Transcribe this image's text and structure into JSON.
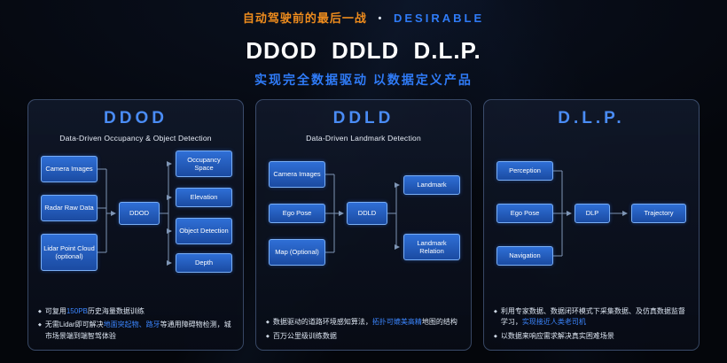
{
  "header": {
    "tagline_zh": "自动驾驶前的最后一战",
    "tagline_sep": "•",
    "tagline_en": "DESIRABLE",
    "title": "DDOD DDLD D.L.P.",
    "subtitle": "实现完全数据驱动 以数据定义产品"
  },
  "colors": {
    "accent_blue": "#2f7bf7",
    "accent_orange": "#ef8c1d",
    "node_blue": "#2f6fd6"
  },
  "cards": [
    {
      "heading": "DDOD",
      "subtitle": "Data-Driven Occupancy & Object Detection",
      "inputs": [
        "Camera Images",
        "Radar Raw Data",
        "Lidar Point Cloud (optional)"
      ],
      "center": "DDOD",
      "outputs": [
        "Occupancy Space",
        "Elevation",
        "Object Detection",
        "Depth"
      ],
      "bullets": [
        {
          "pre": "可复用",
          "hl": "150PB",
          "post": "历史海量数据训练"
        },
        {
          "pre": "无需Lidar即可解决",
          "hl": "地面突起物、路牙",
          "post": "等通用障碍物检测，城市场景端到端智驾体验"
        }
      ]
    },
    {
      "heading": "DDLD",
      "subtitle": "Data-Driven Landmark Detection",
      "inputs": [
        "Camera Images",
        "Ego Pose",
        "Map (Optional)"
      ],
      "center": "DDLD",
      "outputs": [
        "Landmark",
        "Landmark Relation"
      ],
      "bullets": [
        {
          "pre": "数据驱动的道路环境感知算法，",
          "hl": "拓扑可媲美高精",
          "post": "地图的结构"
        },
        {
          "pre": "百万公里级训练数据",
          "hl": "",
          "post": ""
        }
      ]
    },
    {
      "heading": "D.L.P.",
      "subtitle": "",
      "inputs": [
        "Perception",
        "Ego Pose",
        "Navigation"
      ],
      "center": "DLP",
      "outputs": [
        "Trajectory"
      ],
      "bullets": [
        {
          "pre": "利用专家数据、数据闭环模式下采集数据、及仿真数据监督学习，",
          "hl": "实现接近人类老司机",
          "post": ""
        },
        {
          "pre": "以数据来响应需求解决真实困难场景",
          "hl": "",
          "post": ""
        }
      ]
    }
  ]
}
